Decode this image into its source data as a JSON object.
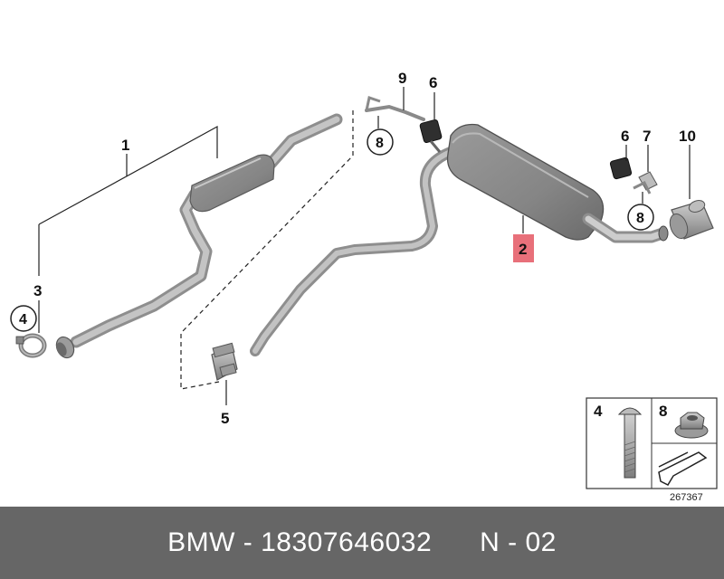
{
  "callouts": {
    "c1": "1",
    "c2": "2",
    "c3": "3",
    "c4": "4",
    "c5": "5",
    "c6a": "6",
    "c6b": "6",
    "c7": "7",
    "c8a": "8",
    "c8b": "8",
    "c9": "9",
    "c10": "10"
  },
  "legend": {
    "item_bolt": "4",
    "item_nut": "8",
    "diagram_id": "267367"
  },
  "footer": {
    "text": "BMW - 18307646032      N - 02"
  },
  "colors": {
    "footer_bg": "#666666",
    "highlight": "#e8707a",
    "part_gray": "#a8a8a8"
  }
}
